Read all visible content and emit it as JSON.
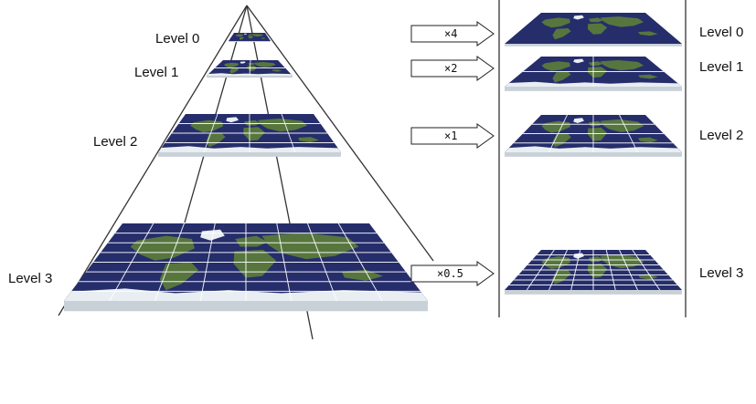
{
  "pyramid": {
    "levels": [
      {
        "label": "Level 0",
        "grid": 1
      },
      {
        "label": "Level 1",
        "grid": 2
      },
      {
        "label": "Level 2",
        "grid": 4
      },
      {
        "label": "Level 3",
        "grid": 8
      }
    ]
  },
  "scaled_tiles": {
    "levels": [
      {
        "label": "Level 0",
        "factor": "×4",
        "grid": 1
      },
      {
        "label": "Level 1",
        "factor": "×2",
        "grid": 2
      },
      {
        "label": "Level 2",
        "factor": "×1",
        "grid": 4
      },
      {
        "label": "Level 3",
        "factor": "×0.5",
        "grid": 8
      }
    ]
  },
  "colors": {
    "ocean": "#262d6b",
    "land": "#5a7a3c",
    "ice": "#e9eef2",
    "grid": "#ffffff",
    "stroke": "#222222"
  }
}
